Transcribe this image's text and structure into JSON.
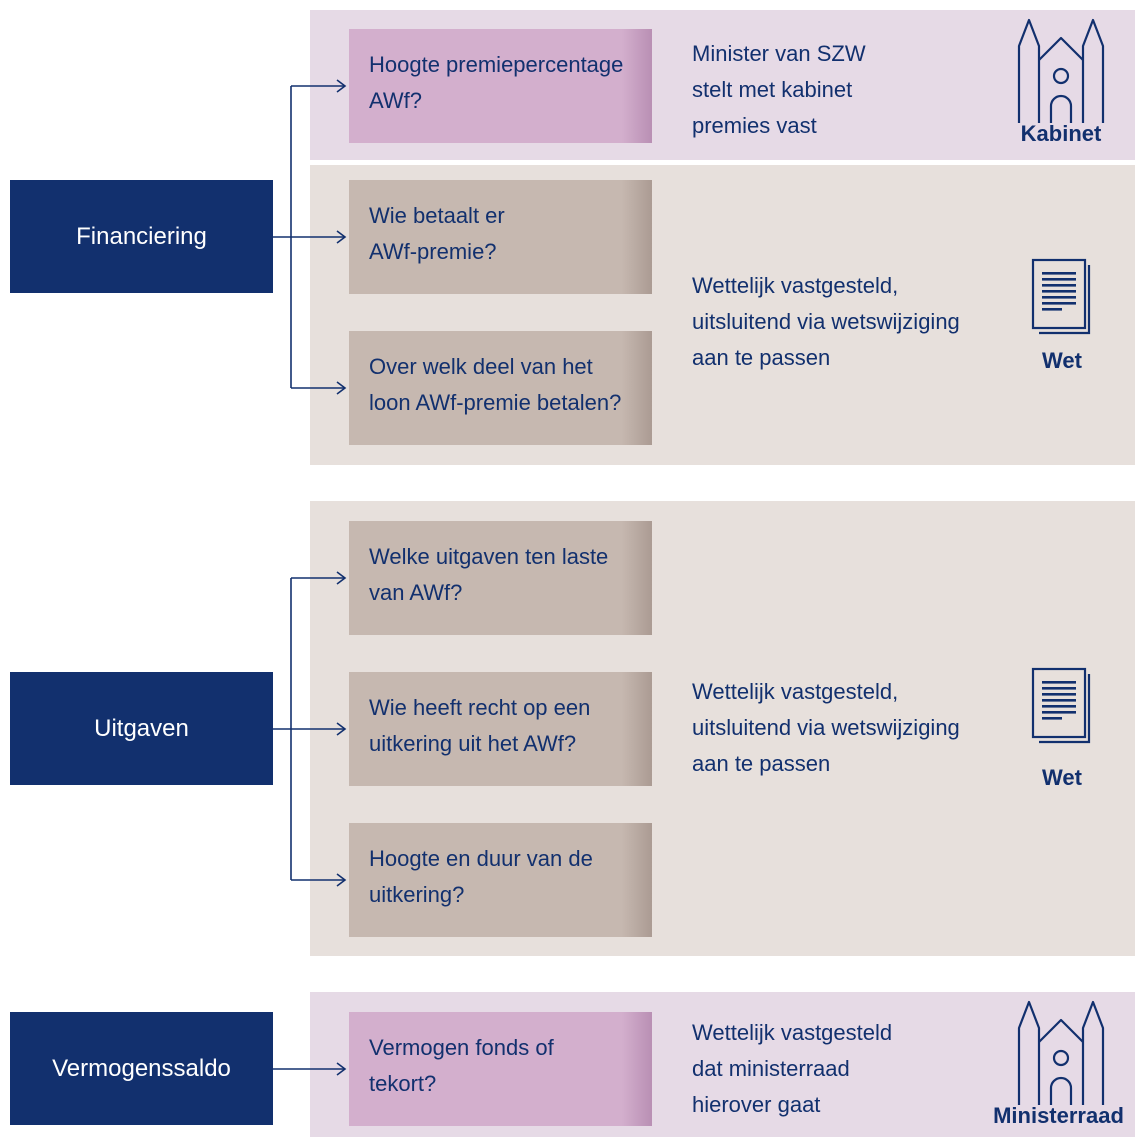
{
  "sections": {
    "financiering": {
      "label": "Financiering",
      "rows": [
        {
          "question": [
            "Hoogte premiepercentage",
            "AWf?"
          ],
          "description": [
            "Minister van SZW",
            "stelt met kabinet",
            "premies vast"
          ],
          "authority": "Kabinet",
          "icon": "building-icon"
        },
        {
          "questions": [
            [
              "Wie betaalt er",
              "AWf-premie?"
            ],
            [
              "Over welk deel van het",
              "loon AWf-premie betalen?"
            ]
          ],
          "description": [
            "Wettelijk vastgesteld,",
            "uitsluitend via wetswijziging",
            "aan te passen"
          ],
          "authority": "Wet",
          "icon": "document-icon"
        }
      ]
    },
    "uitgaven": {
      "label": "Uitgaven",
      "questions": [
        [
          "Welke uitgaven ten laste",
          "van AWf?"
        ],
        [
          "Wie heeft recht op een",
          "uitkering uit het AWf?"
        ],
        [
          "Hoogte en duur van de",
          "uitkering?"
        ]
      ],
      "description": [
        "Wettelijk vastgesteld,",
        "uitsluitend via wetswijziging",
        "aan te passen"
      ],
      "authority": "Wet",
      "icon": "document-icon"
    },
    "vermogenssaldo": {
      "label": "Vermogenssaldo",
      "question": [
        "Vermogen fonds of",
        "tekort?"
      ],
      "description": [
        "Wettelijk vastgesteld",
        "dat ministerraad",
        "hierover gaat"
      ],
      "authority": "Ministerraad",
      "icon": "building-icon"
    }
  },
  "colors": {
    "navy": "#12306e",
    "purple_band": "#e6dae6",
    "purple_box": "#d3afcd",
    "beige_band": "#e7e0dc",
    "beige_box": "#c6b8b0"
  }
}
